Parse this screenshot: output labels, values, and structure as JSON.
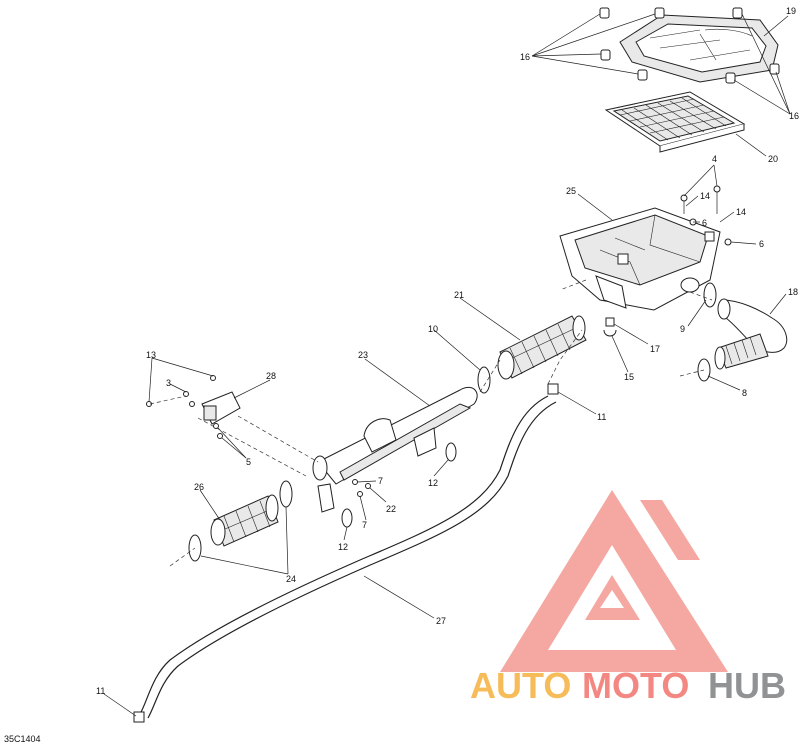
{
  "diagram": {
    "code": "35C1404",
    "labels": {
      "p3": "3",
      "p4": "4",
      "p5": "5",
      "p6a": "6",
      "p6b": "6",
      "p7a": "7",
      "p7b": "7",
      "p8": "8",
      "p9": "9",
      "p10": "10",
      "p11a": "11",
      "p11b": "11",
      "p12a": "12",
      "p12b": "12",
      "p13": "13",
      "p14a": "14",
      "p14b": "14",
      "p15": "15",
      "p16a": "16",
      "p16b": "16",
      "p17": "17",
      "p18": "18",
      "p19": "19",
      "p20": "20",
      "p21": "21",
      "p22": "22",
      "p23": "23",
      "p24": "24",
      "p25": "25",
      "p26": "26",
      "p27": "27",
      "p28": "28"
    }
  },
  "watermark": {
    "word1": "AUTO",
    "word2": "MOTO",
    "word3": "HUB",
    "color_orange": "#f5a623",
    "color_red": "#f0615a",
    "color_gray": "#6d6e71"
  }
}
